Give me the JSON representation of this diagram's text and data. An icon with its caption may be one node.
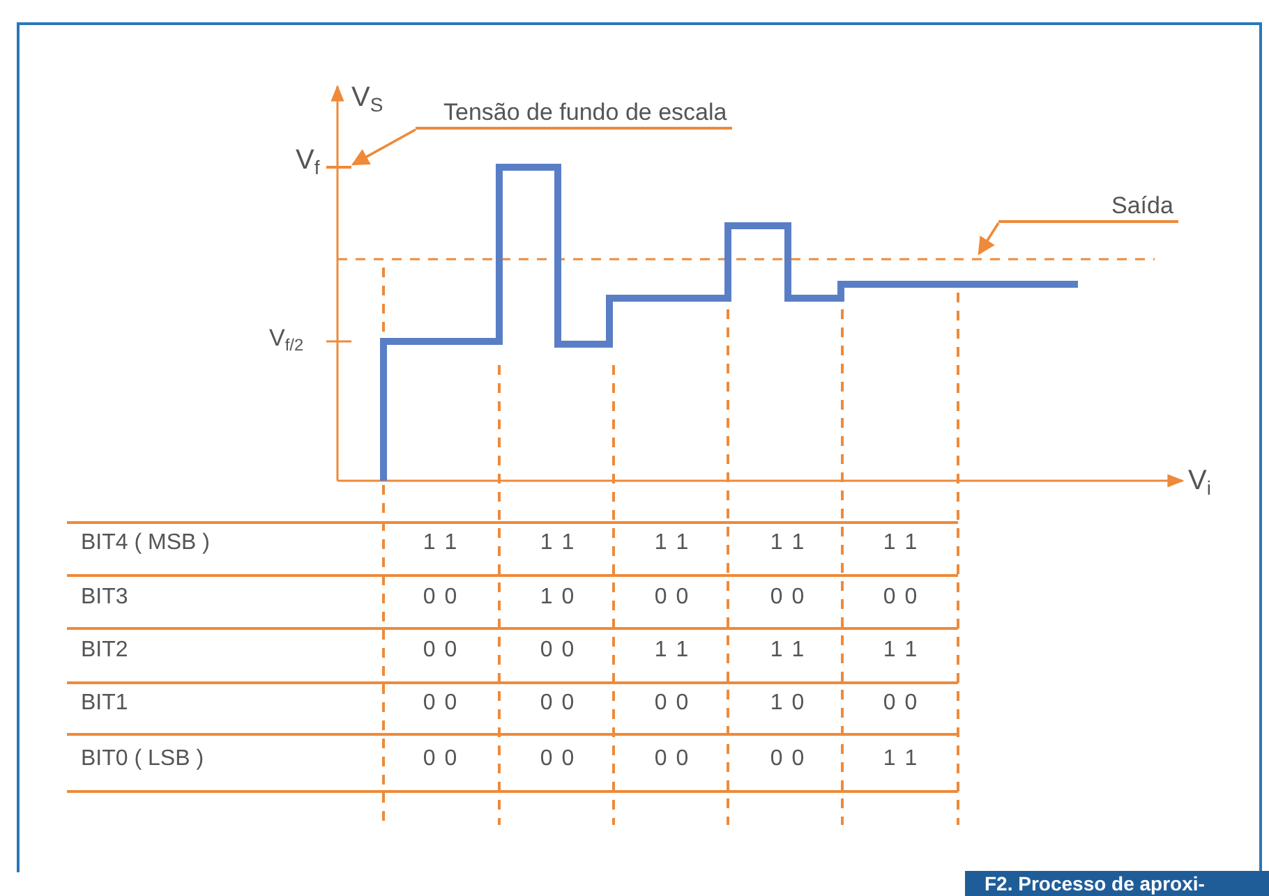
{
  "diagram": {
    "caption": "F2. Processo de aproxi-",
    "nodes": [
      {
        "text": [
          "Tensão de fundo de escala"
        ]
      },
      {
        "text": [
          "Saída"
        ]
      },
      {
        "text": [],
        "shape": "bar"
      }
    ],
    "edges": [
      {
        "from": 0,
        "to": 2,
        "arrow": "to"
      },
      {
        "from": 1,
        "to": null,
        "arrow": "to"
      }
    ],
    "labels": [
      "V$_{S}$",
      "V$_{f}$",
      "V$_{f/2}$",
      "V$_{i}$",
      "BIT4 ( MSB )",
      "1 1",
      "1 1",
      "1 1",
      "1 1",
      "1 1",
      "BIT3",
      "0 0",
      "1 0",
      "0 0",
      "0 0",
      "0 0",
      "BIT2",
      "0 0",
      "0 0",
      "1 1",
      "1 1",
      "1 1",
      "BIT1",
      "0 0",
      "0 0",
      "0 0",
      "1 0",
      "0 0",
      "BIT0 ( LSB )",
      "0 0",
      "0 0",
      "0 0",
      "0 0",
      "1 1"
    ]
  }
}
